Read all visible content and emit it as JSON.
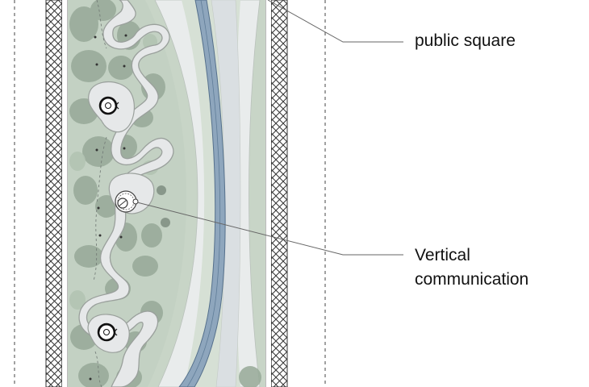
{
  "labels": {
    "public_square": "public square",
    "vertical_line1": "Vertical",
    "vertical_line2": "communication"
  },
  "palette": {
    "strip_base": "#c3d1c3",
    "tree_canopy": "#97a998",
    "path_fill": "#e6e8e9",
    "path_edge": "#9aa09c",
    "water": "#8ea6bd",
    "water_edge": "#55708c",
    "pale_band": "#e9ecec",
    "green_band": "#c8d5c7",
    "hatch": "#333333",
    "leader": "#666666"
  }
}
